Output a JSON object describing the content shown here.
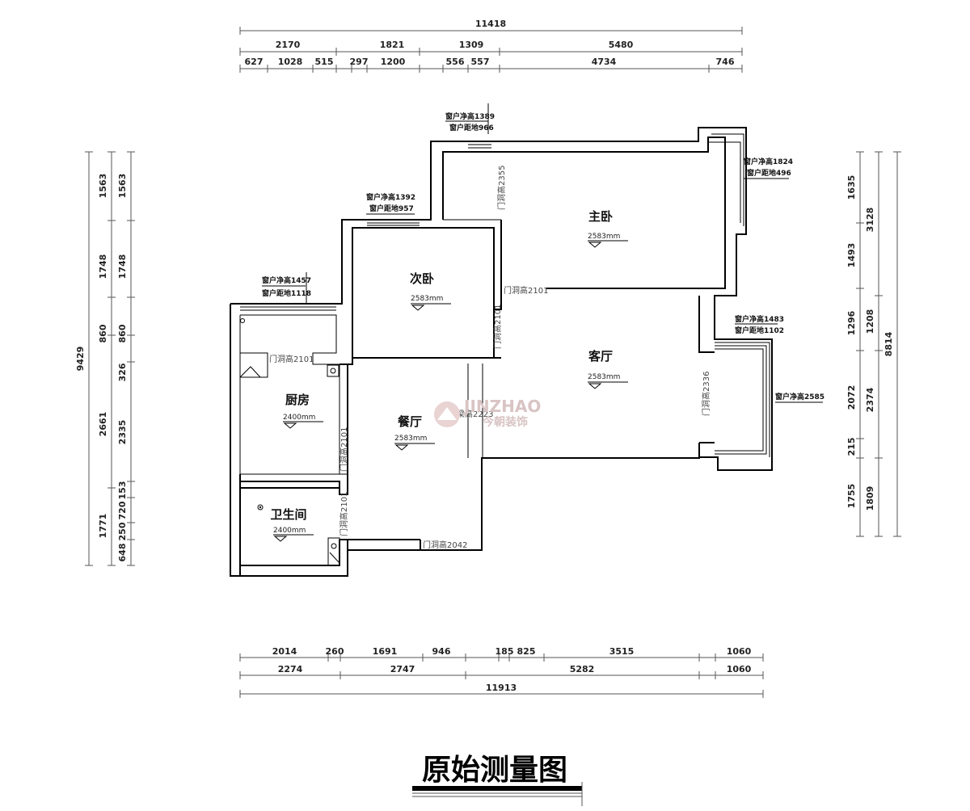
{
  "title": "原始测量图",
  "watermark": {
    "brand": "JINZHAO",
    "name": "今朝装饰"
  },
  "rooms": {
    "master_bedroom": {
      "name": "主卧",
      "height": "2583mm"
    },
    "second_bedroom": {
      "name": "次卧",
      "height": "2583mm"
    },
    "living_room": {
      "name": "客厅",
      "height": "2583mm"
    },
    "kitchen": {
      "name": "厨房",
      "height": "2400mm"
    },
    "dining": {
      "name": "餐厅",
      "height": "2583mm"
    },
    "bathroom": {
      "name": "卫生间",
      "height": "2400mm"
    }
  },
  "windows": {
    "master_top": [
      "窗户净高1389",
      "窗户距地966"
    ],
    "master_right": [
      "窗户净高1824",
      "窗户距地496"
    ],
    "second": [
      "窗户净高1392",
      "窗户距地957"
    ],
    "kitchen": [
      "窗户净高1457",
      "窗户距地1118"
    ],
    "living": [
      "窗户净高1483",
      "窗户距地1102"
    ],
    "living_bay": "窗户净高2585"
  },
  "openings": {
    "master_door_vertical": "门洞高2355",
    "master_door": "门洞高2101",
    "second_door": "门洞高2101",
    "kitchen_door": "门洞高2101",
    "kitchen_side": "门洞高2101",
    "bath_side": "门洞高2101",
    "beam": "梁高2223",
    "living_right": "门洞高2336",
    "entry": "门洞高2042"
  },
  "dims": {
    "top_total": "11418",
    "top_mid": [
      "2170",
      "1821",
      "1309",
      "5480"
    ],
    "top_small": [
      "627",
      "1028",
      "515",
      "297",
      "1200",
      "556",
      "557",
      "4734",
      "746"
    ],
    "bottom_small": [
      "2014",
      "260",
      "1691",
      "946",
      "185",
      "825",
      "3515",
      "1060"
    ],
    "bottom_mid": [
      "2274",
      "2747",
      "5282",
      "1060"
    ],
    "bottom_total": "11913",
    "left_total": "9429",
    "left_mid": [
      "1563",
      "1748",
      "860",
      "2661",
      "1771"
    ],
    "left_small": [
      "1563",
      "1748",
      "860",
      "326",
      "2335",
      "153",
      "720",
      "250",
      "648"
    ],
    "right_outer": [
      "3128",
      "8814"
    ],
    "right_mid": [
      "1635",
      "1493",
      "1296",
      "2072",
      "215",
      "1755"
    ],
    "right_inner": [
      "1208",
      "2374",
      "1809"
    ]
  }
}
